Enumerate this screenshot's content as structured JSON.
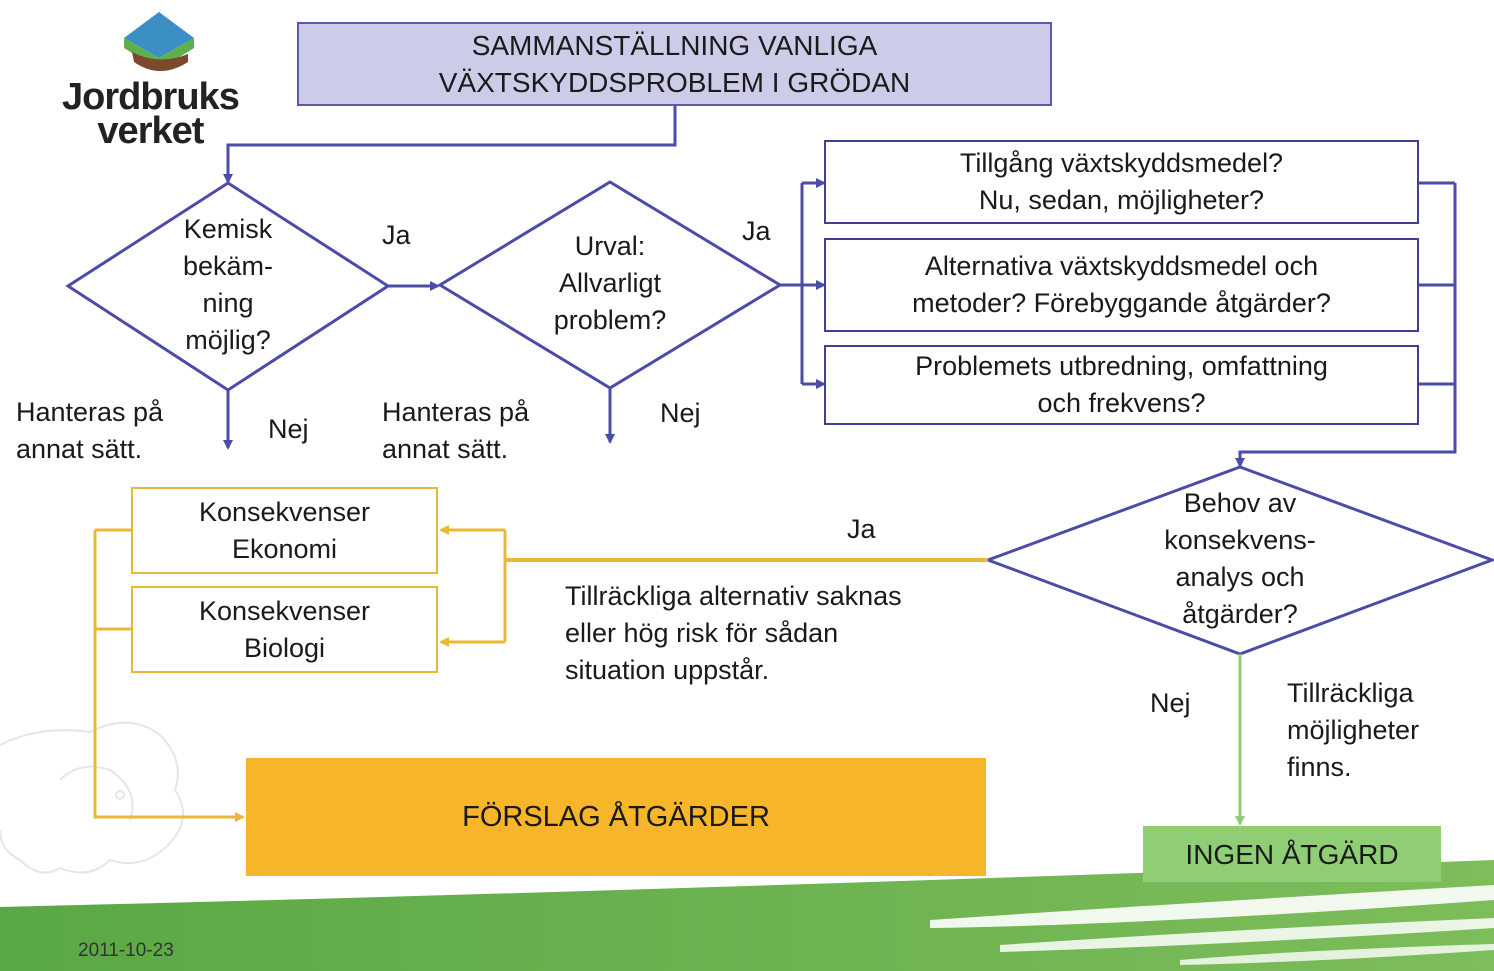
{
  "logo": {
    "line1": "Jordbruks",
    "line2": "verket"
  },
  "title": {
    "line1": "SAMMANSTÄLLNING VANLIGA",
    "line2": "VÄXTSKYDDSPROBLEM I GRÖDAN"
  },
  "decisions": {
    "kemisk": [
      "Kemisk",
      "bekäm-",
      "ning",
      "möjlig?"
    ],
    "urval": [
      "Urval:",
      "Allvarligt",
      "problem?"
    ],
    "behov": [
      "Behov av",
      "konsekvens-",
      "analys och",
      "åtgärder?"
    ]
  },
  "checks": [
    {
      "line1": "Tillgång växtskyddsmedel?",
      "line2": "Nu, sedan, möjligheter?"
    },
    {
      "line1": "Alternativa växtskyddsmedel och",
      "line2": "metoder? Förebyggande åtgärder?"
    },
    {
      "line1": "Problemets utbredning, omfattning",
      "line2": "och frekvens?"
    }
  ],
  "labels": {
    "ja1": "Ja",
    "ja2": "Ja",
    "ja3": "Ja",
    "nej1": "Nej",
    "nej2": "Nej",
    "nej3": "Nej",
    "hanteras1": {
      "line1": "Hanteras på",
      "line2": "annat sätt."
    },
    "hanteras2": {
      "line1": "Hanteras på",
      "line2": "annat sätt."
    },
    "tillrackliga_alt": [
      "Tillräckliga alternativ saknas",
      "eller hög risk för sådan",
      "situation uppstår."
    ],
    "tillrackliga_moj": [
      "Tillräckliga",
      "möjligheter",
      "finns."
    ]
  },
  "konsekvenser": [
    {
      "line1": "Konsekvenser",
      "line2": "Ekonomi"
    },
    {
      "line1": "Konsekvenser",
      "line2": "Biologi"
    }
  ],
  "forslag": "FÖRSLAG ÅTGÄRDER",
  "ingen": "INGEN ÅTGÄRD",
  "footer": {
    "date": "2011-10-23"
  },
  "colors": {
    "blue": "#4b4ba8",
    "yellow": "#e8b838",
    "green": "#8fce74",
    "orange": "#f7b52a"
  }
}
